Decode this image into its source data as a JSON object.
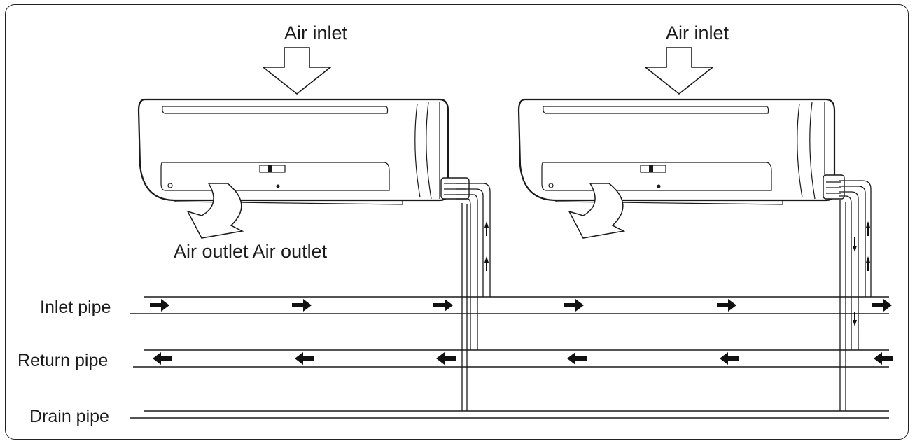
{
  "labels": {
    "air_inlet_left": "Air inlet",
    "air_inlet_right": "Air inlet",
    "air_outlet": "Air outlet Air outlet",
    "inlet_pipe": "Inlet pipe",
    "return_pipe": "Return pipe",
    "drain_pipe": "Drain pipe"
  },
  "colors": {
    "line": "#1a1a1a",
    "background": "#ffffff"
  },
  "icons": {
    "flow_arrow_right": "arrow-right-icon",
    "flow_arrow_left": "arrow-left-icon",
    "air_inlet_arrow": "hollow-down-arrow-icon",
    "air_outlet_arrow": "curved-outlet-arrow-icon"
  }
}
